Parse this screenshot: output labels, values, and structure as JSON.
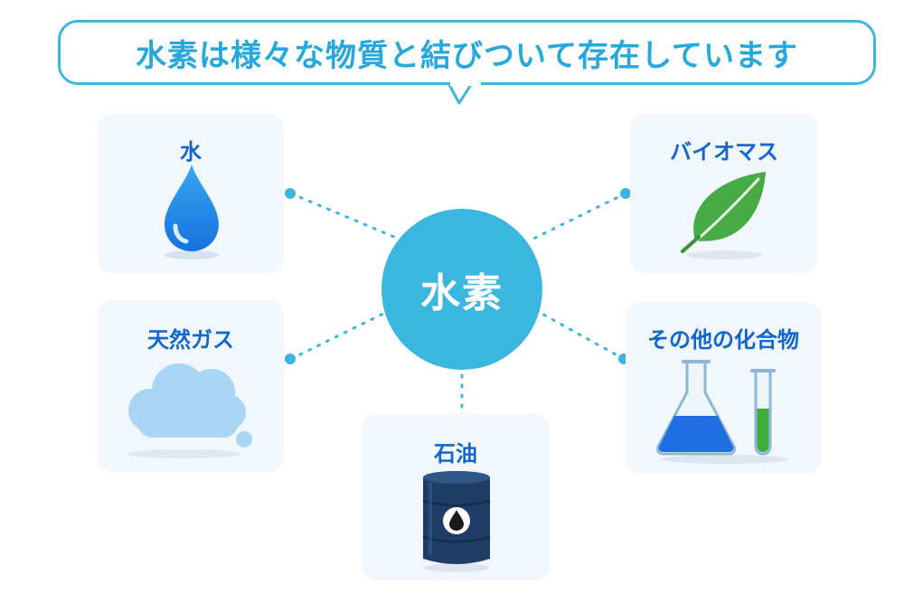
{
  "header": {
    "title": "水素は様々な物質と結びついて存在しています"
  },
  "hub": {
    "label": "水素"
  },
  "cards": {
    "water": {
      "label": "水"
    },
    "natural_gas": {
      "label": "天然ガス"
    },
    "oil": {
      "label": "石油"
    },
    "biomass": {
      "label": "バイオマス"
    },
    "other": {
      "label": "その他の化合物"
    }
  },
  "colors": {
    "accent": "#3bb6df",
    "label_blue": "#1267cf",
    "card_bg": "#f1f7fd",
    "water_blue": "#1e88e8",
    "leaf_green": "#43a843",
    "barrel_navy": "#1f3d66"
  },
  "icons": {
    "water": "water-drop-icon",
    "natural_gas": "cloud-icon",
    "oil": "oil-barrel-icon",
    "biomass": "leaf-icon",
    "other": "flask-and-test-tube-icon"
  }
}
